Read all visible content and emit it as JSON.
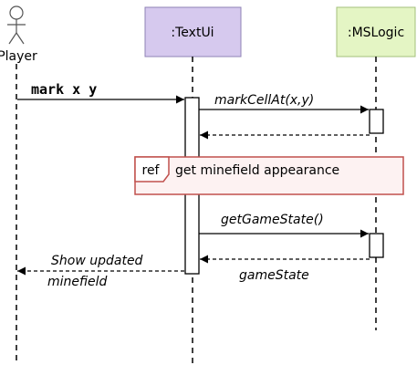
{
  "actors": {
    "player": {
      "label": "Player"
    },
    "textui": {
      "label": ":TextUi",
      "fill": "#d6c9ee",
      "stroke": "#8f83b5"
    },
    "mslogic": {
      "label": ":MSLogic",
      "fill": "#e4f5c4",
      "stroke": "#a3c07b"
    }
  },
  "messages": {
    "mark": "mark x y",
    "mark_cell": "markCellAt(x,y)",
    "get_game_state": "getGameState()",
    "game_state": "gameState",
    "show_line1": "Show updated",
    "show_line2": "minefield"
  },
  "ref_frame": {
    "tag": "ref",
    "text": "get minefield appearance",
    "border_color": "#c0504d",
    "fill": "#fdf2f2"
  }
}
